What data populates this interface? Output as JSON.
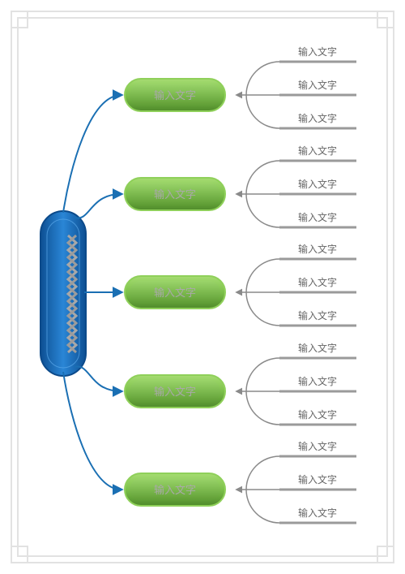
{
  "central_node": {
    "label": ""
  },
  "branches": [
    {
      "label": "输入文字",
      "leaves": [
        "输入文字",
        "输入文字",
        "输入文字"
      ]
    },
    {
      "label": "输入文字",
      "leaves": [
        "输入文字",
        "输入文字",
        "输入文字"
      ]
    },
    {
      "label": "输入文字",
      "leaves": [
        "输入文字",
        "输入文字",
        "输入文字"
      ]
    },
    {
      "label": "输入文字",
      "leaves": [
        "输入文字",
        "输入文字",
        "输入文字"
      ]
    },
    {
      "label": "输入文字",
      "leaves": [
        "输入文字",
        "输入文字",
        "输入文字"
      ]
    }
  ],
  "colors": {
    "connector_blue": "#1a6fb3",
    "node_green": "#7cc04a",
    "node_green_dark": "#4f8a2a",
    "leaf_gray": "#8a8a8a",
    "frame_gray": "#e2e2e2"
  }
}
